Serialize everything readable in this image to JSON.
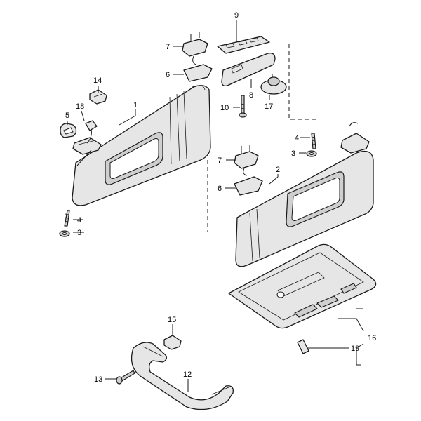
{
  "callouts": [
    {
      "id": "c1",
      "text": "1"
    },
    {
      "id": "c2",
      "text": "2"
    },
    {
      "id": "c3a",
      "text": "3"
    },
    {
      "id": "c3b",
      "text": "3"
    },
    {
      "id": "c4a",
      "text": "4"
    },
    {
      "id": "c4b",
      "text": "4"
    },
    {
      "id": "c5",
      "text": "5"
    },
    {
      "id": "c6a",
      "text": "6"
    },
    {
      "id": "c6b",
      "text": "6"
    },
    {
      "id": "c7a",
      "text": "7"
    },
    {
      "id": "c7b",
      "text": "7"
    },
    {
      "id": "c8",
      "text": "8"
    },
    {
      "id": "c9",
      "text": "9"
    },
    {
      "id": "c10",
      "text": "10"
    },
    {
      "id": "c12",
      "text": "12"
    },
    {
      "id": "c13",
      "text": "13"
    },
    {
      "id": "c14",
      "text": "14"
    },
    {
      "id": "c15",
      "text": "15"
    },
    {
      "id": "c16",
      "text": "16"
    },
    {
      "id": "c17",
      "text": "17"
    },
    {
      "id": "c18",
      "text": "18"
    },
    {
      "id": "c19",
      "text": "19"
    }
  ]
}
